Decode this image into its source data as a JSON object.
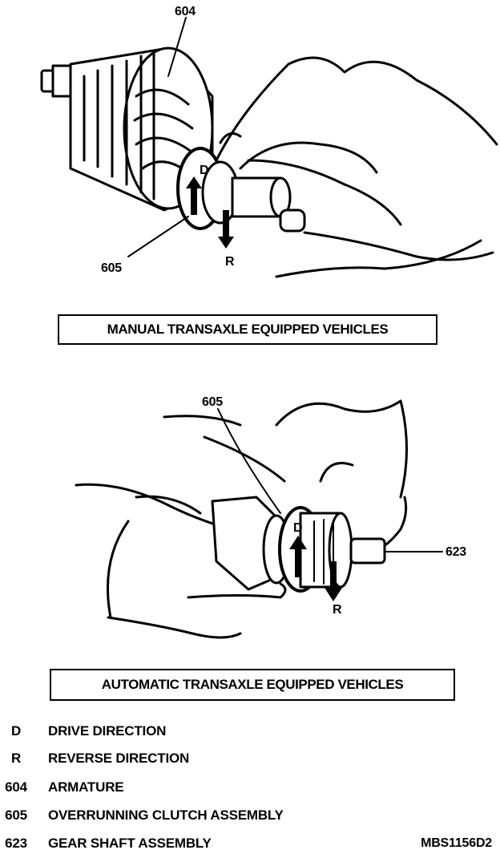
{
  "figure_code": "MBS1156D2",
  "panels": [
    {
      "title": "MANUAL TRANSAXLE EQUIPPED VEHICLES",
      "callouts": [
        "604",
        "605"
      ],
      "arrows": [
        "D",
        "R"
      ]
    },
    {
      "title": "AUTOMATIC TRANSAXLE EQUIPPED VEHICLES",
      "callouts": [
        "605",
        "623"
      ],
      "arrows": [
        "D",
        "R"
      ]
    }
  ],
  "legend": [
    {
      "code": "D",
      "text": "DRIVE DIRECTION"
    },
    {
      "code": "R",
      "text": "REVERSE DIRECTION"
    },
    {
      "code": "604",
      "text": "ARMATURE"
    },
    {
      "code": "605",
      "text": "OVERRUNNING CLUTCH ASSEMBLY"
    },
    {
      "code": "623",
      "text": "GEAR SHAFT ASSEMBLY"
    }
  ]
}
